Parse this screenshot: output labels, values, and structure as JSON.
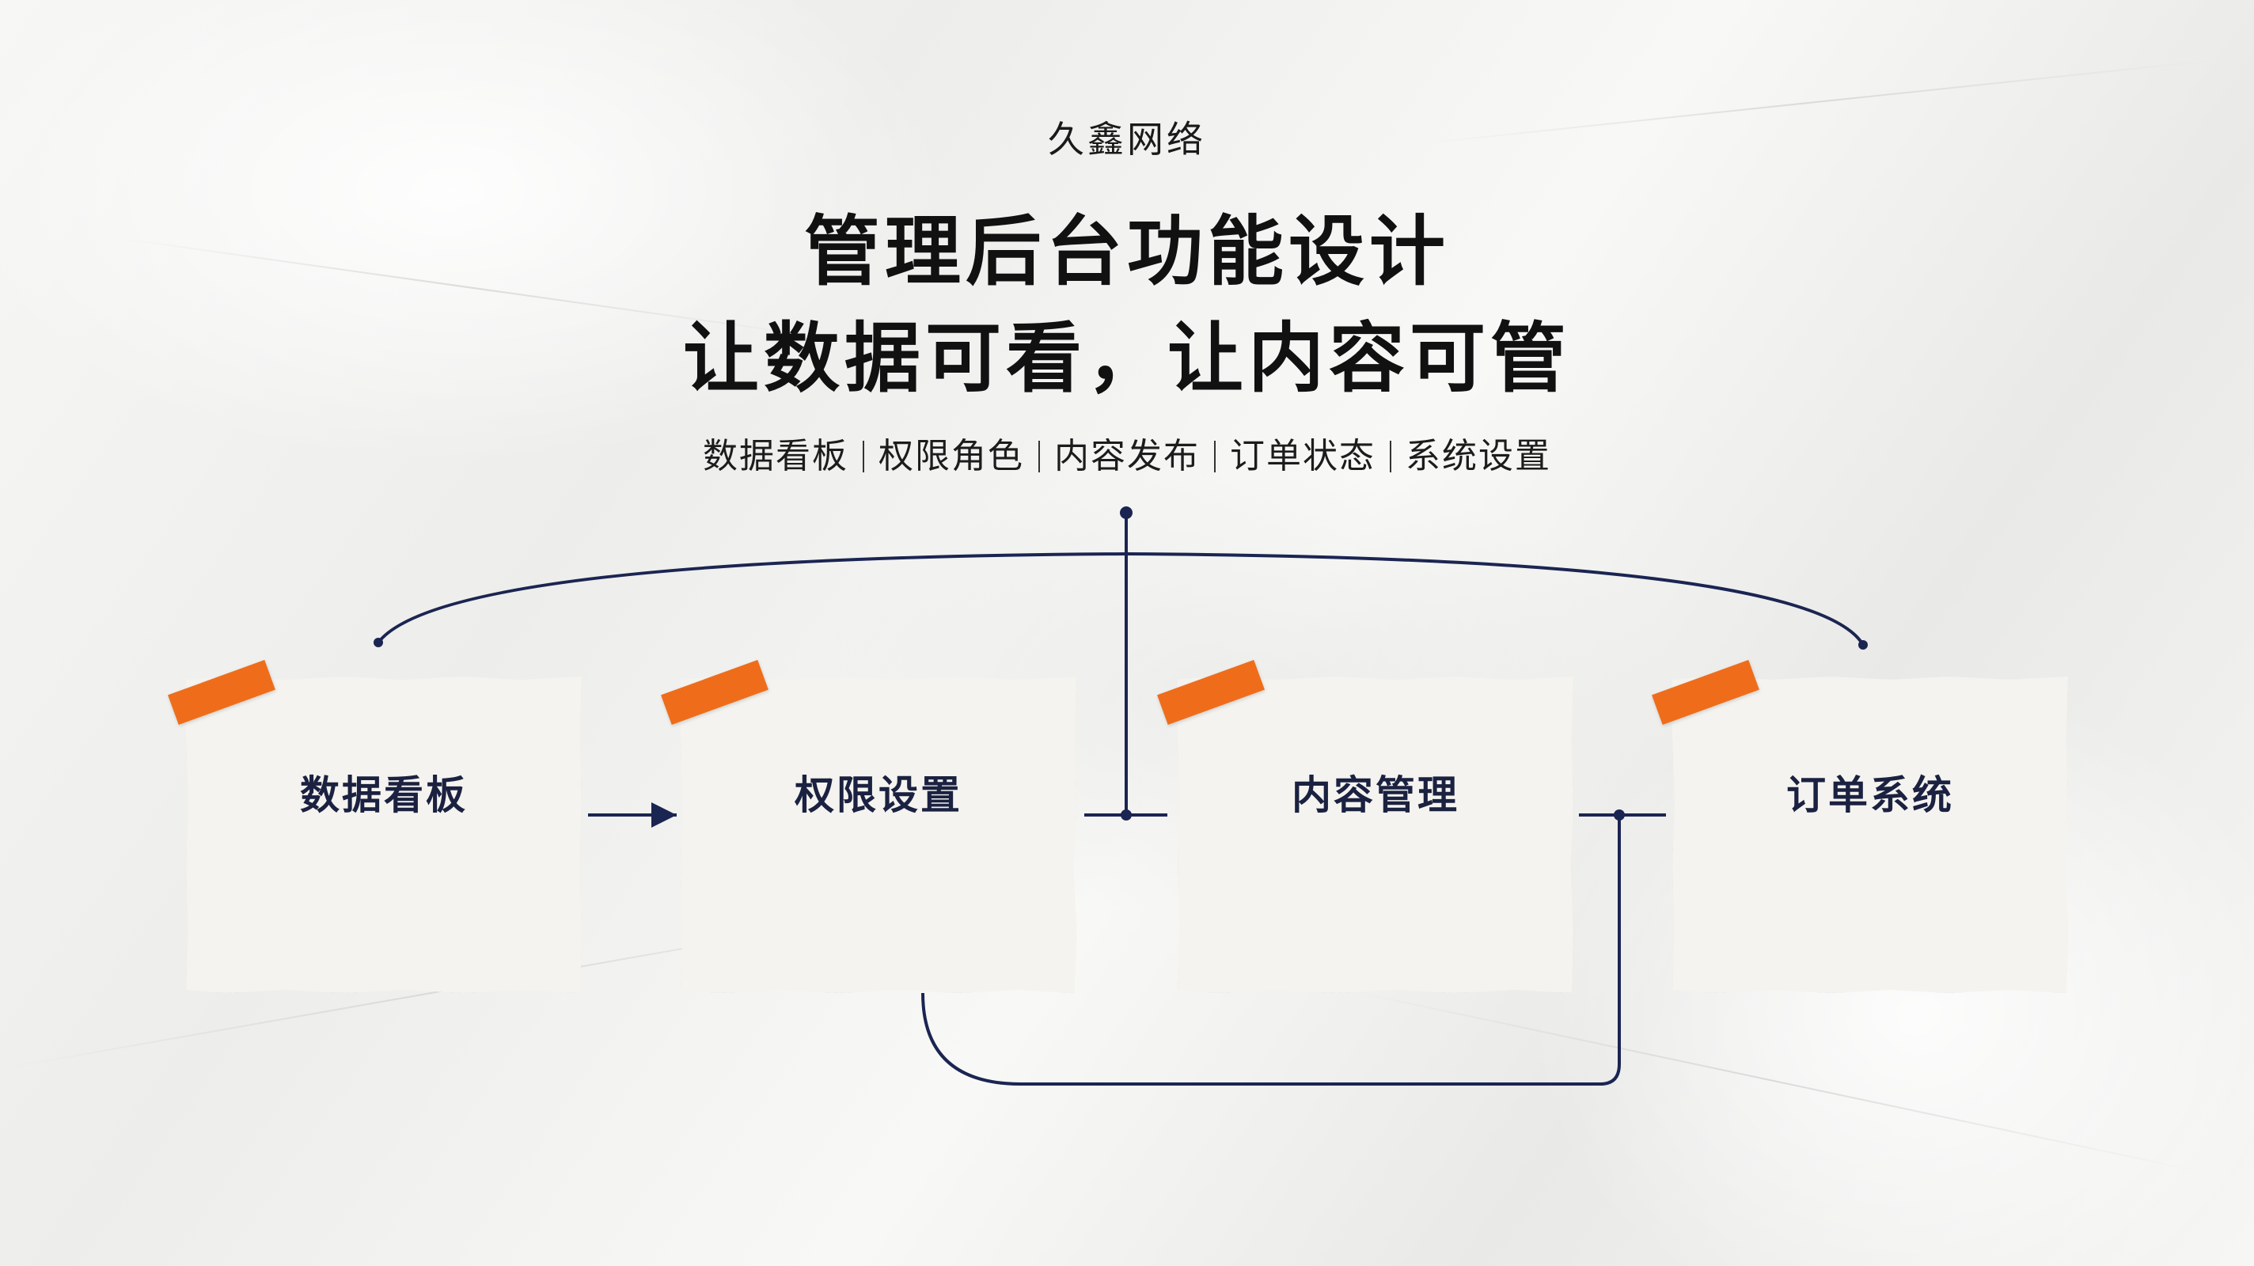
{
  "header": {
    "brand": "久鑫网络",
    "title_line1": "管理后台功能设计",
    "title_line2": "让数据可看，让内容可管"
  },
  "tags": [
    "数据看板",
    "权限角色",
    "内容发布",
    "订单状态",
    "系统设置"
  ],
  "modules": [
    {
      "label": "数据看板"
    },
    {
      "label": "权限设置"
    },
    {
      "label": "内容管理"
    },
    {
      "label": "订单系统"
    }
  ],
  "colors": {
    "tape": "#ef6d1a",
    "line": "#1b2552",
    "card_text": "#1b2140"
  }
}
